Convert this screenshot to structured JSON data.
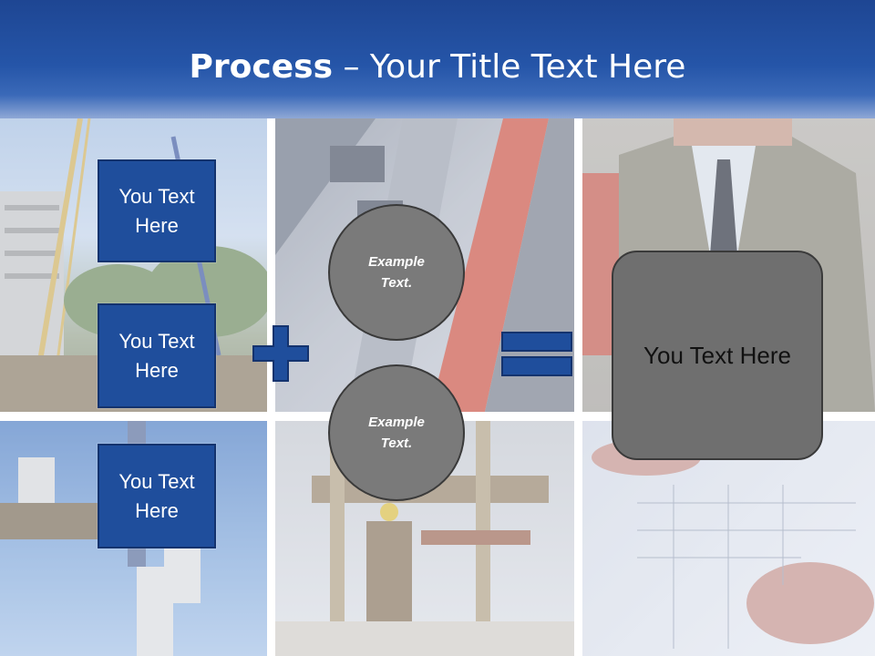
{
  "slide": {
    "title_bold": "Process",
    "title_rest": " – Your Title Text Here"
  },
  "left_boxes": [
    {
      "text": "You Text Here"
    },
    {
      "text": "You Text Here"
    },
    {
      "text": "You Text Here"
    }
  ],
  "circles": [
    {
      "text": "Example Text."
    },
    {
      "text": "Example Text."
    }
  ],
  "operators": {
    "plus_icon": "plus-icon",
    "equals_icon": "equals-icon"
  },
  "result_box": {
    "text": "You Text Here"
  },
  "colors": {
    "header_blue": "#1e4693",
    "box_blue": "#1f4e9c",
    "box_border": "#14336e",
    "circle_gray": "#7a7a7a",
    "result_gray": "#6f6f6f"
  }
}
